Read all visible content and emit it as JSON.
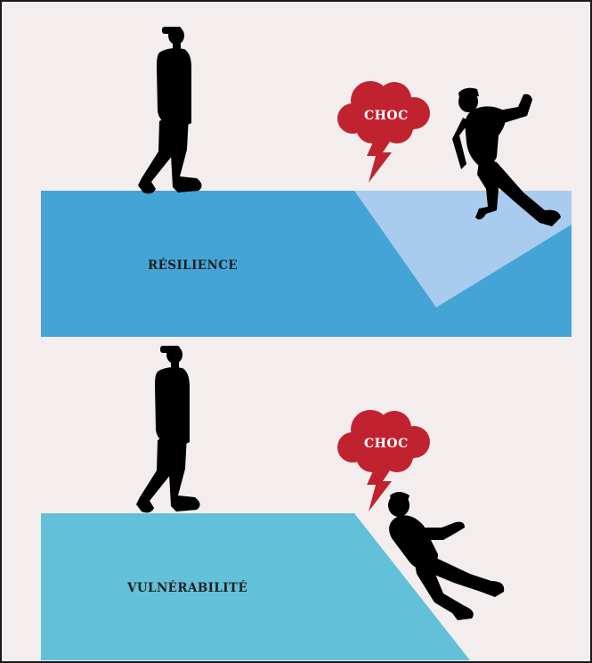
{
  "colors": {
    "background": "#f3eeed",
    "border": "#1a1a1a",
    "resilience_ground": "#45a4d6",
    "resilience_dip": "#a9cbee",
    "vulnerability_ground": "#62c0d9",
    "cloud": "#c0232f",
    "figure": "#000000"
  },
  "resilience": {
    "label": "RÉSILIENCE",
    "shock": "CHOC"
  },
  "vulnerability": {
    "label": "VULNÉRABILITÉ",
    "shock": "CHOC"
  },
  "icons": [
    "walking-person-icon",
    "shock-cloud-icon",
    "lightning-bolt-icon",
    "stumbling-person-icon",
    "falling-person-icon"
  ]
}
